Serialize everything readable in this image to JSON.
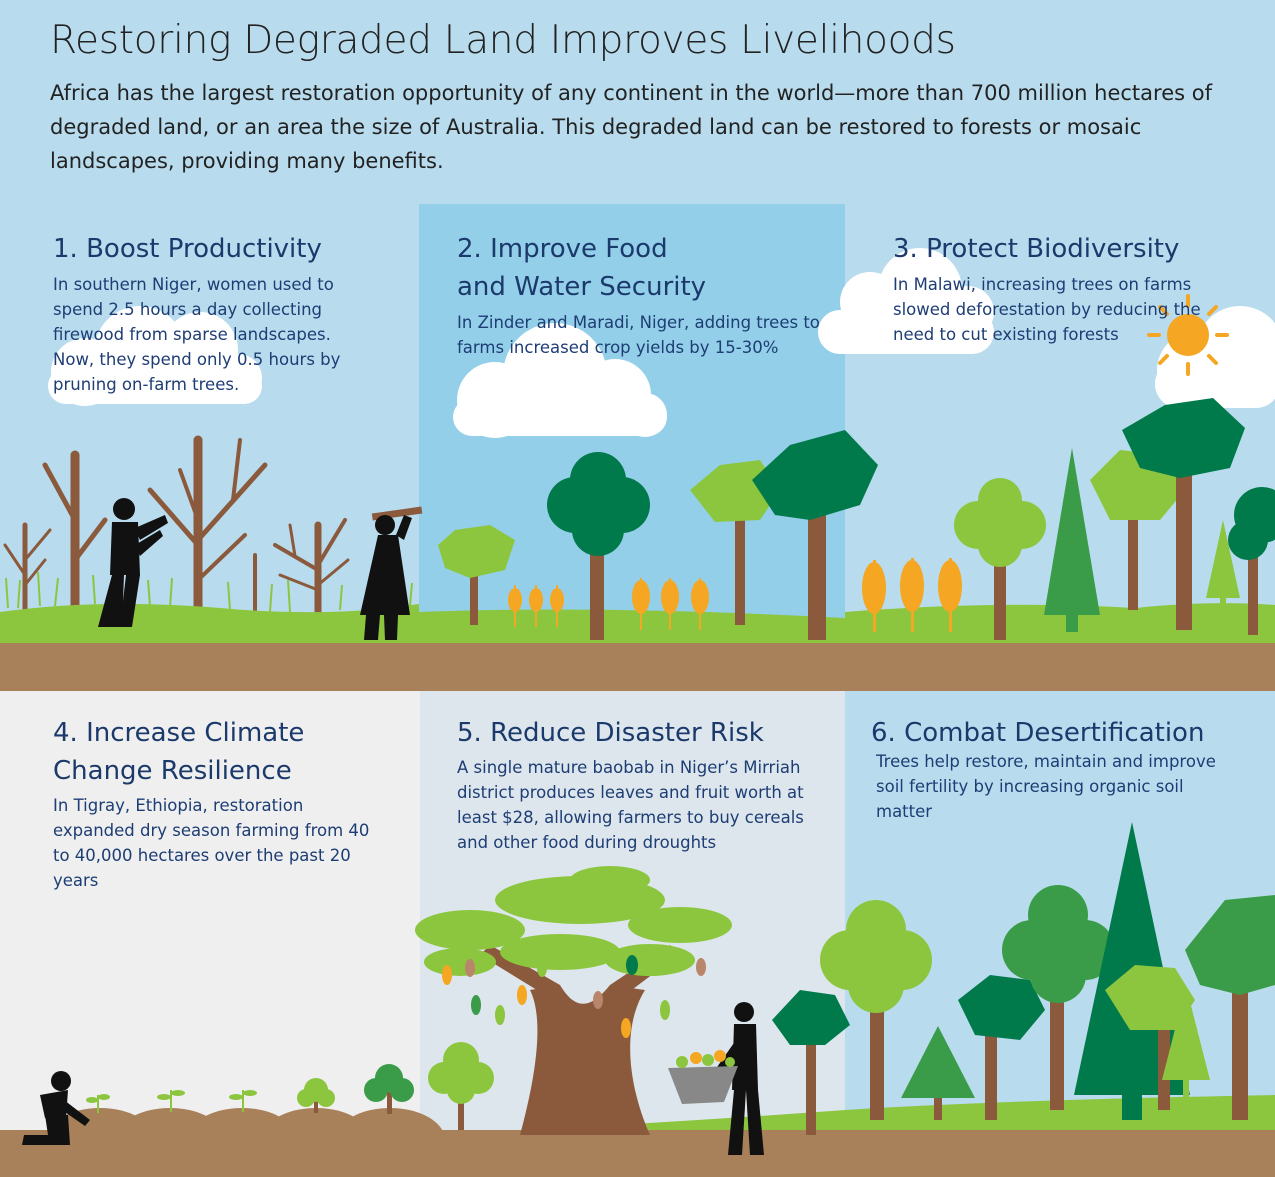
{
  "title": "Restoring Degraded Land Improves Livelihoods",
  "intro": "Africa has the largest restoration opportunity of any continent in the world—more than 700 million hectares of degraded land, or an area the size of Australia. This degraded land can be restored to forests or mosaic landscapes, providing many benefits.",
  "sections": [
    {
      "title_lines": [
        "1. Boost Productivity"
      ],
      "text": "In southern Niger, women used to spend 2.5 hours a day collecting firewood from sparse landscapes. Now, they spend only 0.5 hours by pruning on-farm trees."
    },
    {
      "title_lines": [
        "2. Improve Food",
        "and Water Security"
      ],
      "text": "In Zinder and Maradi, Niger, adding trees to farms increased crop yields by 15-30%"
    },
    {
      "title_lines": [
        "3. Protect Biodiversity"
      ],
      "text": "In Malawi, increasing trees on farms slowed deforestation by reducing the need to cut existing forests"
    },
    {
      "title_lines": [
        "4. Increase Climate",
        "Change Resilience"
      ],
      "text": "In Tigray, Ethiopia, restoration expanded dry season farming from 40 to 40,000 hectares over the past 20 years"
    },
    {
      "title_lines": [
        "5. Reduce Disaster Risk"
      ],
      "text": "A single mature baobab in Niger’s Mirriah district produces leaves and fruit worth at least $28, allowing farmers to buy cereals and other food during droughts"
    },
    {
      "title_lines": [
        "6. Combat Desertification"
      ],
      "text": "Trees help restore, maintain and improve soil fertility by increasing organic soil matter"
    }
  ],
  "colors": {
    "sky": "#b8dcee",
    "panel_blue": "#93cfe9",
    "panel_grey": "#efefef",
    "panel_pale": "#dde6ec",
    "grass": "#8cc63f",
    "soil": "#a8805a",
    "trunk": "#8b5a3c",
    "tree_dark": "#007a4a",
    "tree_mid": "#3a9c48",
    "tree_light": "#8cc63f",
    "wheat": "#f5a623",
    "sun": "#f5a623",
    "title_blue": "#1b3a6b"
  }
}
